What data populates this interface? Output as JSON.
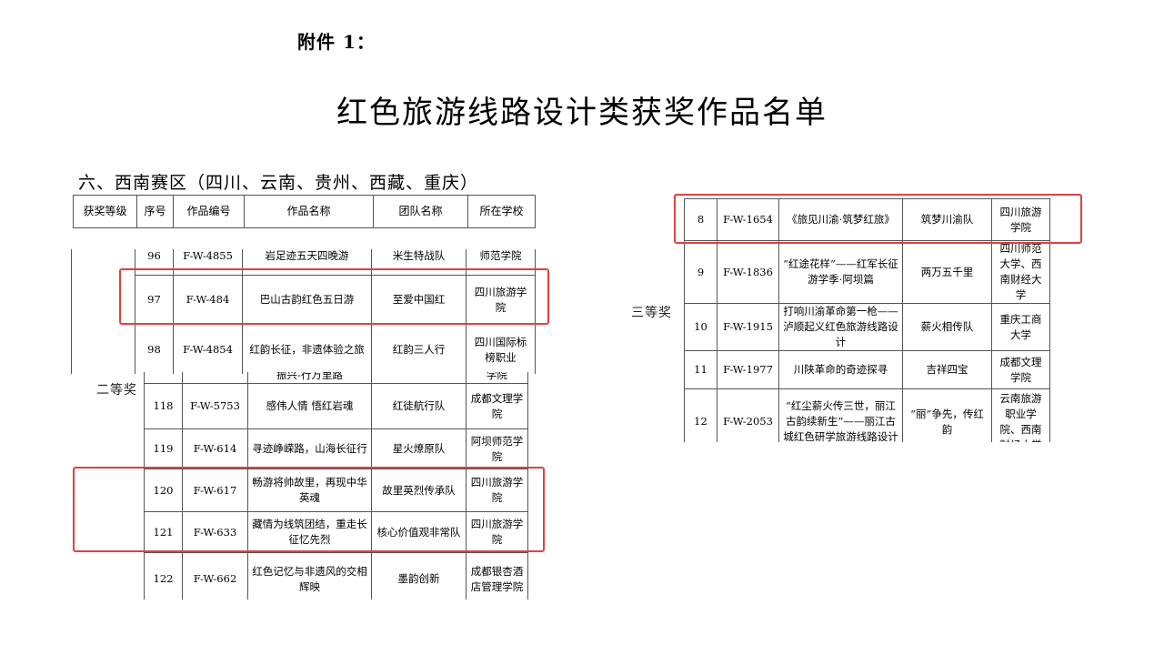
{
  "attachment": "附件 1：",
  "title": "红色旅游线路设计类获奖作品名单",
  "region": "六、西南赛区（四川、云南、贵州、西藏、重庆）",
  "header": [
    "获奖等级",
    "序号",
    "作品编号",
    "作品名称",
    "团队名称",
    "所在学校"
  ],
  "second_prize_label": "二等奖",
  "third_prize_label": "三等奖",
  "second_prize_top": [
    {
      "no": "96",
      "code": "F-W-4855",
      "work": "岩足迹五天四晚游",
      "team": "米生特战队",
      "school": "师范学院"
    },
    {
      "no": "97",
      "code": "F-W-484",
      "work": "巴山古韵红色五日游",
      "team": "至爱中国红",
      "school": "四川旅游学院"
    },
    {
      "no": "98",
      "code": "F-W-4854",
      "work": "红韵长征，非遗体验之旅",
      "team": "红韵三人行",
      "school": "四川国际标榜职业"
    }
  ],
  "second_prize_bottom": [
    {
      "no": "",
      "code": "",
      "work": "振兴-行万里路",
      "team": "",
      "school": "学院"
    },
    {
      "no": "118",
      "code": "F-W-5753",
      "work": "感伟人情 悟红岩魂",
      "team": "红徒航行队",
      "school": "成都文理学院"
    },
    {
      "no": "119",
      "code": "F-W-614",
      "work": "寻迹峥嵘路，山海长征行",
      "team": "星火燎原队",
      "school": "阿坝师范学院"
    },
    {
      "no": "120",
      "code": "F-W-617",
      "work": "畅游将帅故里，再现中华英魂",
      "team": "故里英烈传承队",
      "school": "四川旅游学院"
    },
    {
      "no": "121",
      "code": "F-W-633",
      "work": "藏情为线筑团结，重走长征忆先烈",
      "team": "核心价值观非常队",
      "school": "四川旅游学院"
    },
    {
      "no": "122",
      "code": "F-W-662",
      "work": "红色记忆与非遗风的交相辉映",
      "team": "墨韵创新",
      "school": "成都银杏酒店管理学院"
    }
  ],
  "third_prize": [
    {
      "no": "8",
      "code": "F-W-1654",
      "work": "《旅见川渝·筑梦红旅》",
      "team": "筑梦川渝队",
      "school": "四川旅游学院"
    },
    {
      "no": "9",
      "code": "F-W-1836",
      "work": "“红途花样”——红军长征游学季·阿坝篇",
      "team": "两万五千里",
      "school": "四川师范大学、西南财经大学"
    },
    {
      "no": "10",
      "code": "F-W-1915",
      "work": "打响川渝革命第一枪——泸顺起义红色旅游线路设计",
      "team": "薪火相传队",
      "school": "重庆工商大学"
    },
    {
      "no": "11",
      "code": "F-W-1977",
      "work": "川陕革命的奇迹探寻",
      "team": "吉祥四宝",
      "school": "成都文理学院"
    },
    {
      "no": "12",
      "code": "F-W-2053",
      "work": "“红尘薪火传三世，丽江古韵续新生”——丽江古城红色研学旅游线路设计",
      "team": "“丽”争先，传红韵",
      "school": "云南旅游职业学院、西南财经大学"
    }
  ],
  "highlight_color": "#e04040"
}
